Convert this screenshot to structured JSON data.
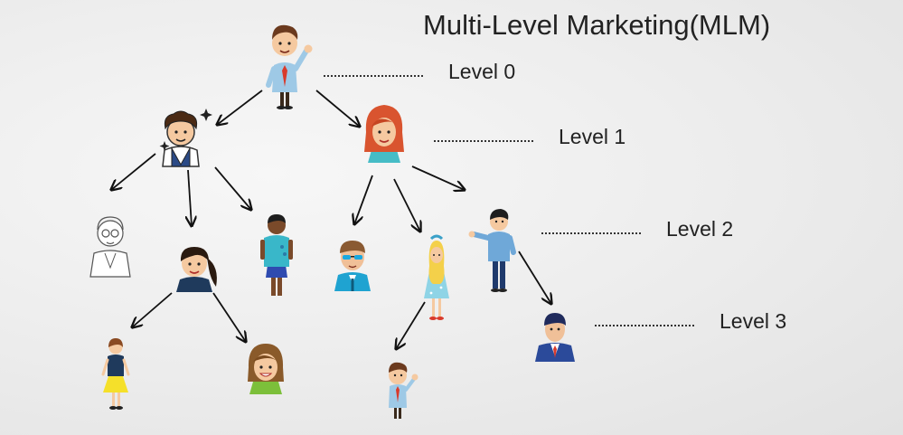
{
  "title": "Multi-Level Marketing(MLM)",
  "levels": [
    {
      "label": "Level 0"
    },
    {
      "label": "Level 1"
    },
    {
      "label": "Level 2"
    },
    {
      "label": "Level 3"
    }
  ],
  "colors": {
    "background": "#ececec",
    "arrow": "#111111",
    "text": "#222222"
  },
  "nodes": [
    {
      "id": "root-man-red-tie",
      "level": 0
    },
    {
      "id": "curly-boy-vest",
      "level": 1
    },
    {
      "id": "redhead-woman",
      "level": 1
    },
    {
      "id": "sketch-grandpa",
      "level": 2
    },
    {
      "id": "ponytail-girl",
      "level": 2
    },
    {
      "id": "man-blue-shirt",
      "level": 2
    },
    {
      "id": "man-sunglasses",
      "level": 2
    },
    {
      "id": "blonde-girl",
      "level": 2
    },
    {
      "id": "pointing-man-apu",
      "level": 2
    },
    {
      "id": "woman-yellow-skirt",
      "level": 3
    },
    {
      "id": "smiling-woman-green",
      "level": 3
    },
    {
      "id": "small-man-red-tie",
      "level": 3
    },
    {
      "id": "businessman-suit",
      "level": 3
    }
  ],
  "edges": [
    {
      "from": "root-man-red-tie",
      "to": "curly-boy-vest"
    },
    {
      "from": "root-man-red-tie",
      "to": "redhead-woman"
    },
    {
      "from": "curly-boy-vest",
      "to": "sketch-grandpa"
    },
    {
      "from": "curly-boy-vest",
      "to": "ponytail-girl"
    },
    {
      "from": "curly-boy-vest",
      "to": "man-blue-shirt"
    },
    {
      "from": "redhead-woman",
      "to": "man-sunglasses"
    },
    {
      "from": "redhead-woman",
      "to": "blonde-girl"
    },
    {
      "from": "redhead-woman",
      "to": "pointing-man-apu"
    },
    {
      "from": "ponytail-girl",
      "to": "woman-yellow-skirt"
    },
    {
      "from": "ponytail-girl",
      "to": "smiling-woman-green"
    },
    {
      "from": "blonde-girl",
      "to": "small-man-red-tie"
    },
    {
      "from": "pointing-man-apu",
      "to": "businessman-suit"
    }
  ]
}
